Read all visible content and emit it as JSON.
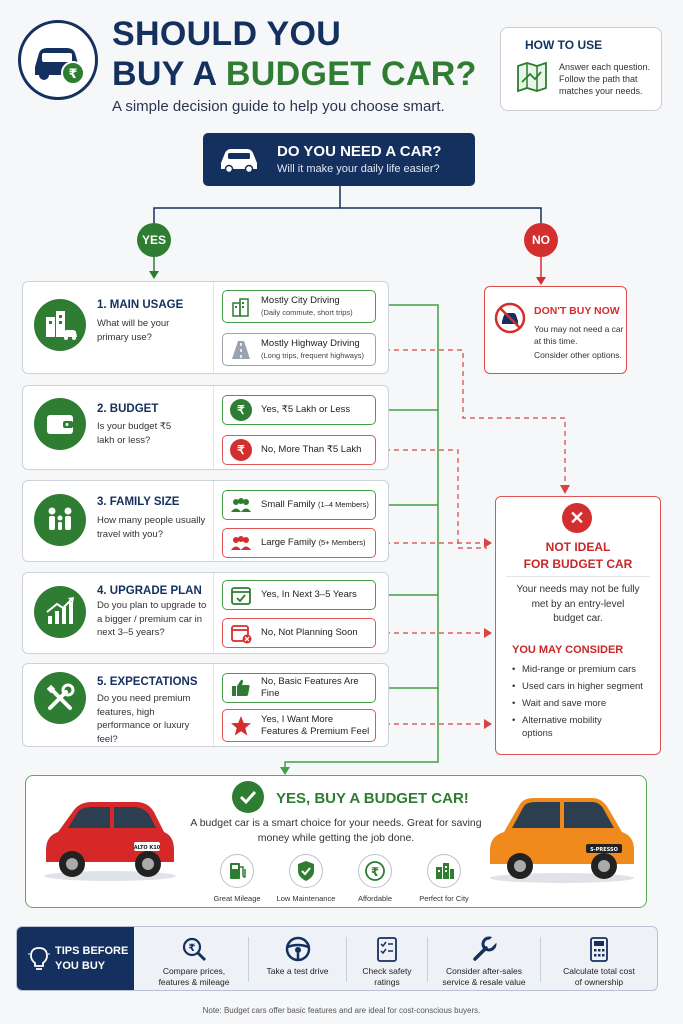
{
  "header": {
    "title_line1": "SHOULD YOU",
    "title_line2_a": "BUY A",
    "title_line2_b": "BUDGET CAR?",
    "subtitle": "A simple decision guide to help you choose smart."
  },
  "how_to_use": {
    "title": "HOW TO USE",
    "text": "Answer each question. Follow the path that matches your needs."
  },
  "top_question": {
    "title": "DO YOU NEED A CAR?",
    "subtitle": "Will it make your daily life easier?"
  },
  "branches": {
    "yes": "YES",
    "no": "NO"
  },
  "dont_buy": {
    "title": "DON'T BUY NOW",
    "line1": "You may not need a car at this time.",
    "line2": "Consider other options."
  },
  "questions": [
    {
      "title": "1. MAIN USAGE",
      "desc": "What will be your primary use?",
      "options": [
        {
          "label": "Mostly City Driving",
          "note": "(Daily commute, short trips)"
        },
        {
          "label": "Mostly Highway Driving",
          "note": "(Long trips, frequent highways)"
        }
      ]
    },
    {
      "title": "2. BUDGET",
      "desc": "Is your budget ₹5 lakh or less?",
      "options": [
        {
          "label": "Yes, ₹5 Lakh or Less",
          "note": ""
        },
        {
          "label": "No, More Than ₹5 Lakh",
          "note": ""
        }
      ]
    },
    {
      "title": "3. FAMILY SIZE",
      "desc": "How many people usually travel with you?",
      "options": [
        {
          "label": "Small Family",
          "note": "(1–4 Members)"
        },
        {
          "label": "Large Family",
          "note": "(5+ Members)"
        }
      ]
    },
    {
      "title": "4. UPGRADE PLAN",
      "desc": "Do you plan to upgrade to a bigger / premium car in next 3–5 years?",
      "options": [
        {
          "label": "Yes, In Next 3–5 Years",
          "note": ""
        },
        {
          "label": "No, Not Planning Soon",
          "note": ""
        }
      ]
    },
    {
      "title": "5. EXPECTATIONS",
      "desc": "Do you need premium features, high performance or luxury feel?",
      "options": [
        {
          "label": "No, Basic Features Are Fine",
          "note": ""
        },
        {
          "label": "Yes, I Want More Features & Premium Feel",
          "note": ""
        }
      ]
    }
  ],
  "not_ideal": {
    "title_line1": "NOT IDEAL",
    "title_line2": "FOR BUDGET CAR",
    "desc": "Your needs may not be fully met by an entry-level budget car.",
    "consider_title": "YOU MAY CONSIDER",
    "consider": [
      "Mid-range or premium cars",
      "Used cars in higher segment",
      "Wait and save more",
      "Alternative mobility options"
    ]
  },
  "yes_result": {
    "title": "YES, BUY A BUDGET CAR!",
    "desc": "A budget car is a smart choice for your needs. Great for saving money while getting the job done.",
    "car_left_badge": "ALTO K10",
    "car_right_badge": "S-PRESSO",
    "features": [
      "Great Mileage",
      "Low Maintenance",
      "Affordable",
      "Perfect for City"
    ]
  },
  "tips": {
    "title_line1": "TIPS BEFORE",
    "title_line2": "YOU BUY",
    "items": [
      "Compare prices, features & mileage",
      "Take a test drive",
      "Check safety ratings",
      "Consider after-sales service & resale value",
      "Calculate total cost of ownership"
    ]
  },
  "note": "Note: Budget cars offer basic features and are ideal for cost-conscious buyers.",
  "colors": {
    "navy": "#14305e",
    "green": "#2e7d32",
    "red": "#d32f2f",
    "car_left": "#d62828",
    "car_right": "#f08a1c"
  }
}
